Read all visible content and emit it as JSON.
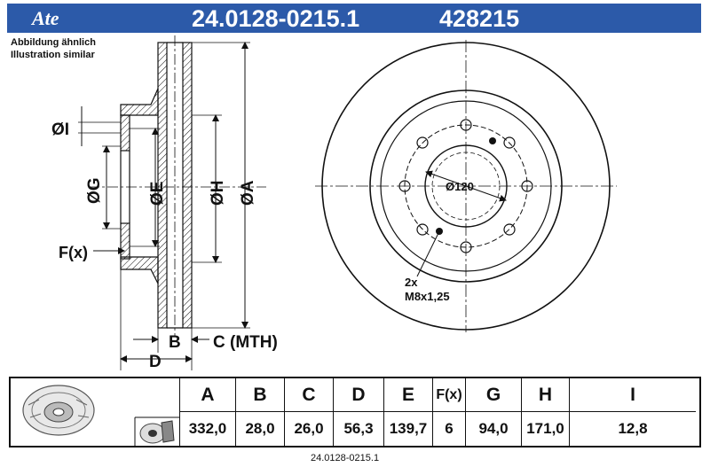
{
  "header": {
    "logo": "Ate",
    "part_number": "24.0128-0215.1",
    "ref_number": "428215",
    "color": "#2c5aa9"
  },
  "notes": {
    "line1": "Abbildung ähnlich",
    "line2": "Illustration similar"
  },
  "labels": {
    "dia_i": "ØI",
    "dia_g": "ØG",
    "dia_e": "ØE",
    "dia_h": "ØH",
    "dia_a": "ØA",
    "f_x": "F(x)",
    "b": "B",
    "c_mth": "C (MTH)",
    "d": "D",
    "dia_120": "Ø120",
    "thread_count": "2x",
    "thread_spec": "M8x1,25"
  },
  "table": {
    "headers": [
      "A",
      "B",
      "C",
      "D",
      "E",
      "F(x)",
      "G",
      "H",
      "I"
    ],
    "values": [
      "332,0",
      "28,0",
      "26,0",
      "56,3",
      "139,7",
      "6",
      "94,0",
      "171,0",
      "12,8"
    ]
  },
  "footer": {
    "ref": "24.0128-0215.1"
  },
  "icons": {
    "logo": "ate-logo-icon",
    "disc_thumb": "brake-disc-thumbnail-icon",
    "caliper_thumb": "brake-caliper-thumbnail-icon"
  }
}
